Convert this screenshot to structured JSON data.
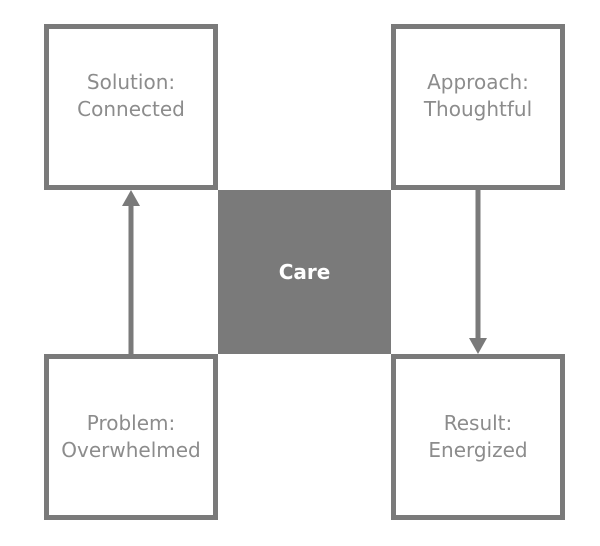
{
  "diagram": {
    "center": {
      "label": "Care"
    },
    "solution": {
      "line1": "Solution:",
      "line2": "Connected"
    },
    "approach": {
      "line1": "Approach:",
      "line2": "Thoughtful"
    },
    "problem": {
      "line1": "Problem:",
      "line2": "Overwhelmed"
    },
    "result": {
      "line1": "Result:",
      "line2": "Energized"
    },
    "colors": {
      "border": "#7a7a7a",
      "text": "#8c8c8c",
      "center_fill": "#7a7a7a",
      "center_text": "#ffffff"
    }
  }
}
